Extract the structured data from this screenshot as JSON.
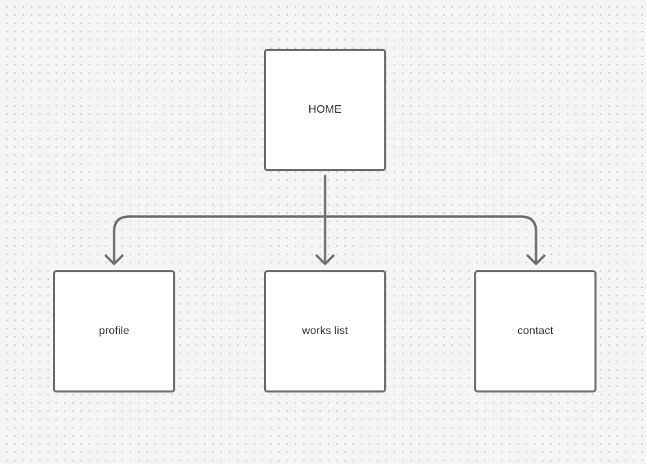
{
  "diagram": {
    "nodes": {
      "home": {
        "label": "HOME"
      },
      "profile": {
        "label": "profile"
      },
      "works_list": {
        "label": "works list"
      },
      "contact": {
        "label": "contact"
      }
    },
    "edges": [
      {
        "from": "HOME",
        "to": "profile"
      },
      {
        "from": "HOME",
        "to": "works list"
      },
      {
        "from": "HOME",
        "to": "contact"
      }
    ],
    "colors": {
      "background": "#f5f5f5",
      "grid_dot": "#c4c4c4",
      "stroke": "#6f6f6f",
      "node_fill": "#ffffff",
      "text": "#2b2b2b"
    }
  }
}
